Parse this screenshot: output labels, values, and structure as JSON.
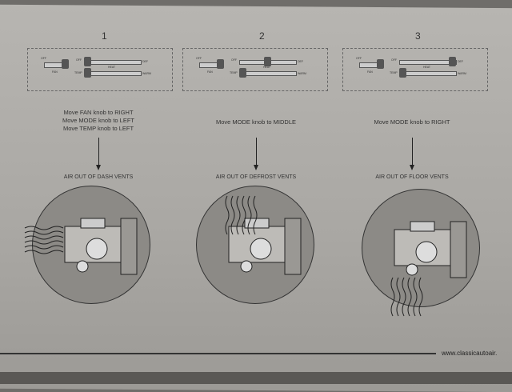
{
  "steps": [
    {
      "number": "1",
      "instructions": [
        "Move FAN knob to RIGHT",
        "Move MODE knob to LEFT",
        "Move TEMP knob to LEFT"
      ],
      "result": "AIR OUT OF DASH VENTS",
      "mode_position": 0,
      "temp_position": 0,
      "fan_position": 1
    },
    {
      "number": "2",
      "instructions": [
        "Move MODE knob to MIDDLE"
      ],
      "result": "AIR OUT OF DEFROST VENTS",
      "mode_position": 0.5,
      "temp_position": 0,
      "fan_position": 1
    },
    {
      "number": "3",
      "instructions": [
        "Move MODE knob to RIGHT"
      ],
      "result": "AIR OUT OF FLOOR VENTS",
      "mode_position": 1,
      "temp_position": 0,
      "fan_position": 1
    }
  ],
  "slider_labels": {
    "fan_off": "OFF",
    "fan": "FAN",
    "mode_off": "OFF",
    "heat": "HEAT",
    "def": "DEF",
    "temp": "TEMP",
    "warm": "WARM"
  },
  "footer": {
    "url": "www.classicautoair."
  }
}
